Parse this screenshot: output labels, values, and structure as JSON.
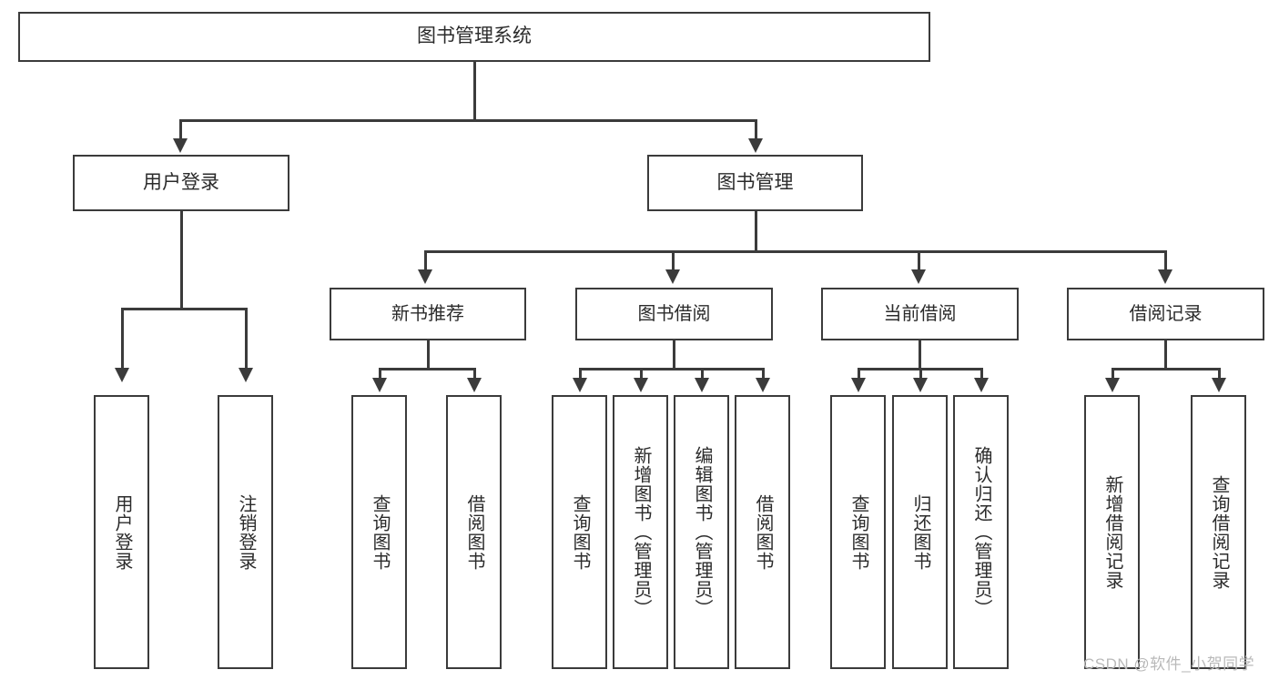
{
  "diagram": {
    "type": "tree-hierarchy",
    "title": "图书管理系统",
    "root": {
      "label": "图书管理系统"
    },
    "level1": [
      {
        "label": "用户登录"
      },
      {
        "label": "图书管理"
      }
    ],
    "level2": [
      {
        "label": "新书推荐"
      },
      {
        "label": "图书借阅"
      },
      {
        "label": "当前借阅"
      },
      {
        "label": "借阅记录"
      }
    ],
    "leaves": {
      "user_login": [
        {
          "label": "用户登录"
        },
        {
          "label": "注销登录"
        }
      ],
      "new_book_recommend": [
        {
          "label": "查询图书"
        },
        {
          "label": "借阅图书"
        }
      ],
      "book_borrow": [
        {
          "label": "查询图书"
        },
        {
          "label": "新增图书（管理员）"
        },
        {
          "label": "编辑图书（管理员）"
        },
        {
          "label": "借阅图书"
        }
      ],
      "current_borrow": [
        {
          "label": "查询图书"
        },
        {
          "label": "归还图书"
        },
        {
          "label": "确认归还（管理员）"
        }
      ],
      "borrow_record": [
        {
          "label": "新增借阅记录"
        },
        {
          "label": "查询借阅记录"
        }
      ]
    }
  },
  "watermark": {
    "text": "CSDN @软件_小贺同学"
  },
  "colors": {
    "border": "#3b3b3b",
    "text": "#2b2b2b",
    "background": "#ffffff",
    "watermark": "#b9b9b9"
  }
}
